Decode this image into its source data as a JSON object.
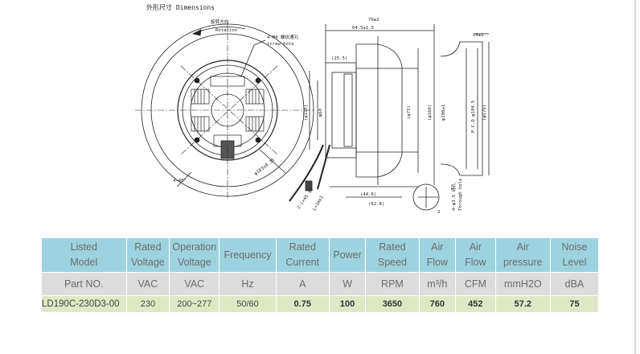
{
  "caption": "外形尺寸 Dimensions",
  "drawing": {
    "rotation_cn": "旋转方向",
    "rotation_en": "Rotation",
    "screw_hole_spec": "4-M4 螺纹通孔",
    "screw_hole_en": "screw hole",
    "dim_top_width": "79±2",
    "dim_body": "64.5±1.5",
    "dim_shaft": "(25.5)",
    "dim_flange": "14±1",
    "dim_115": "(φ115)",
    "dim_60": "φ60",
    "dim_73": "(φ73)",
    "dim_160": "(φ160)",
    "dim_190": "φ190±1",
    "dim_176": "(φ176)",
    "dim_pcd": "P.C.D φ184.5",
    "dim_length": "(44.6)",
    "dim_total": "(62.8)",
    "dim_bottom": "2",
    "dim_lead": "L=1m±1",
    "lead_note": "2-L=45 ±5",
    "dim_angle": "4-45°",
    "dim_pcd_bottom": "φ183±0.35",
    "through_hole": "4-φ3.5 通孔",
    "through_hole_en": "Through hole"
  },
  "table": {
    "headers": [
      {
        "l1": "Listed",
        "l2": "Model"
      },
      {
        "l1": "Rated",
        "l2": "Voltage"
      },
      {
        "l1": "Operation",
        "l2": "Voltage"
      },
      {
        "l1": "Frequency",
        "l2": ""
      },
      {
        "l1": "Rated",
        "l2": "Current"
      },
      {
        "l1": "Power",
        "l2": ""
      },
      {
        "l1": "Rated",
        "l2": "Speed"
      },
      {
        "l1": "Air",
        "l2": "Flow"
      },
      {
        "l1": "Air",
        "l2": "Flow"
      },
      {
        "l1": "Air",
        "l2": "pressure"
      },
      {
        "l1": "Noise",
        "l2": "Level"
      }
    ],
    "units": [
      "Part NO.",
      "VAC",
      "VAC",
      "Hz",
      "A",
      "W",
      "RPM",
      "m³/h",
      "CFM",
      "mmH2O",
      "dBA"
    ],
    "row": [
      "LD190C-230D3-00",
      "230",
      "200~277",
      "50/60",
      "0.75",
      "100",
      "3650",
      "760",
      "452",
      "57.2",
      "75"
    ]
  },
  "colors": {
    "header_bg": "#9dd3e0",
    "unit_bg": "#dcdcdc",
    "data_bg": "#dfe8c4"
  }
}
